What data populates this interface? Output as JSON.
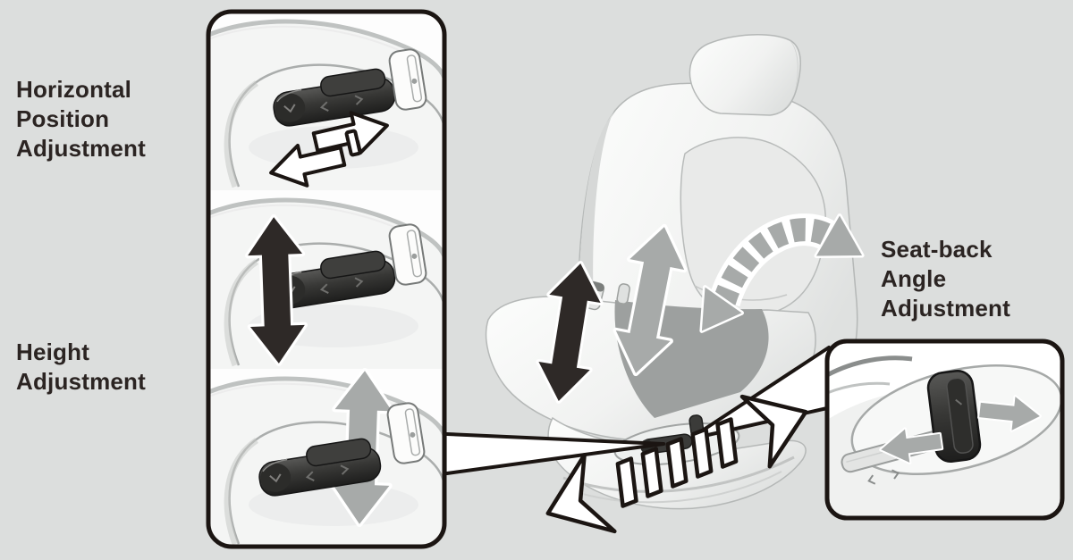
{
  "diagram": {
    "kind": "owner-manual-illustration",
    "subject": "Power seat adjustment controls"
  },
  "labels": {
    "horizontal_position": [
      "Horizontal",
      "Position",
      "Adjustment"
    ],
    "height": [
      "Height",
      "Adjustment"
    ],
    "seatback_angle": [
      "Seat-back",
      "Angle",
      "Adjustment"
    ]
  },
  "icons": {
    "horizontal_position_arrows": "white-outline-left-right-arrows",
    "front_height_arrow": "solid-black-up-down-arrow",
    "seat_height_arrow": "solid-gray-up-down-arrow",
    "seatback_angle_arrow": "curved-segmented-gray-arrow",
    "slide_arrow": "diagonal-segmented-outline-double-arrow",
    "recline_arrows": "gray-left-right-arrows"
  },
  "colors": {
    "background": "#dcdedd",
    "text": "#2b2422",
    "outline": "#1b1512",
    "arrow_dark": "#2e2927",
    "arrow_gray": "#a7aaa9",
    "panel_fill": "#ffffff",
    "seat_shade": "#c9cbca",
    "cushion_dark": "#9da09f",
    "switch_dark": "#343432"
  }
}
